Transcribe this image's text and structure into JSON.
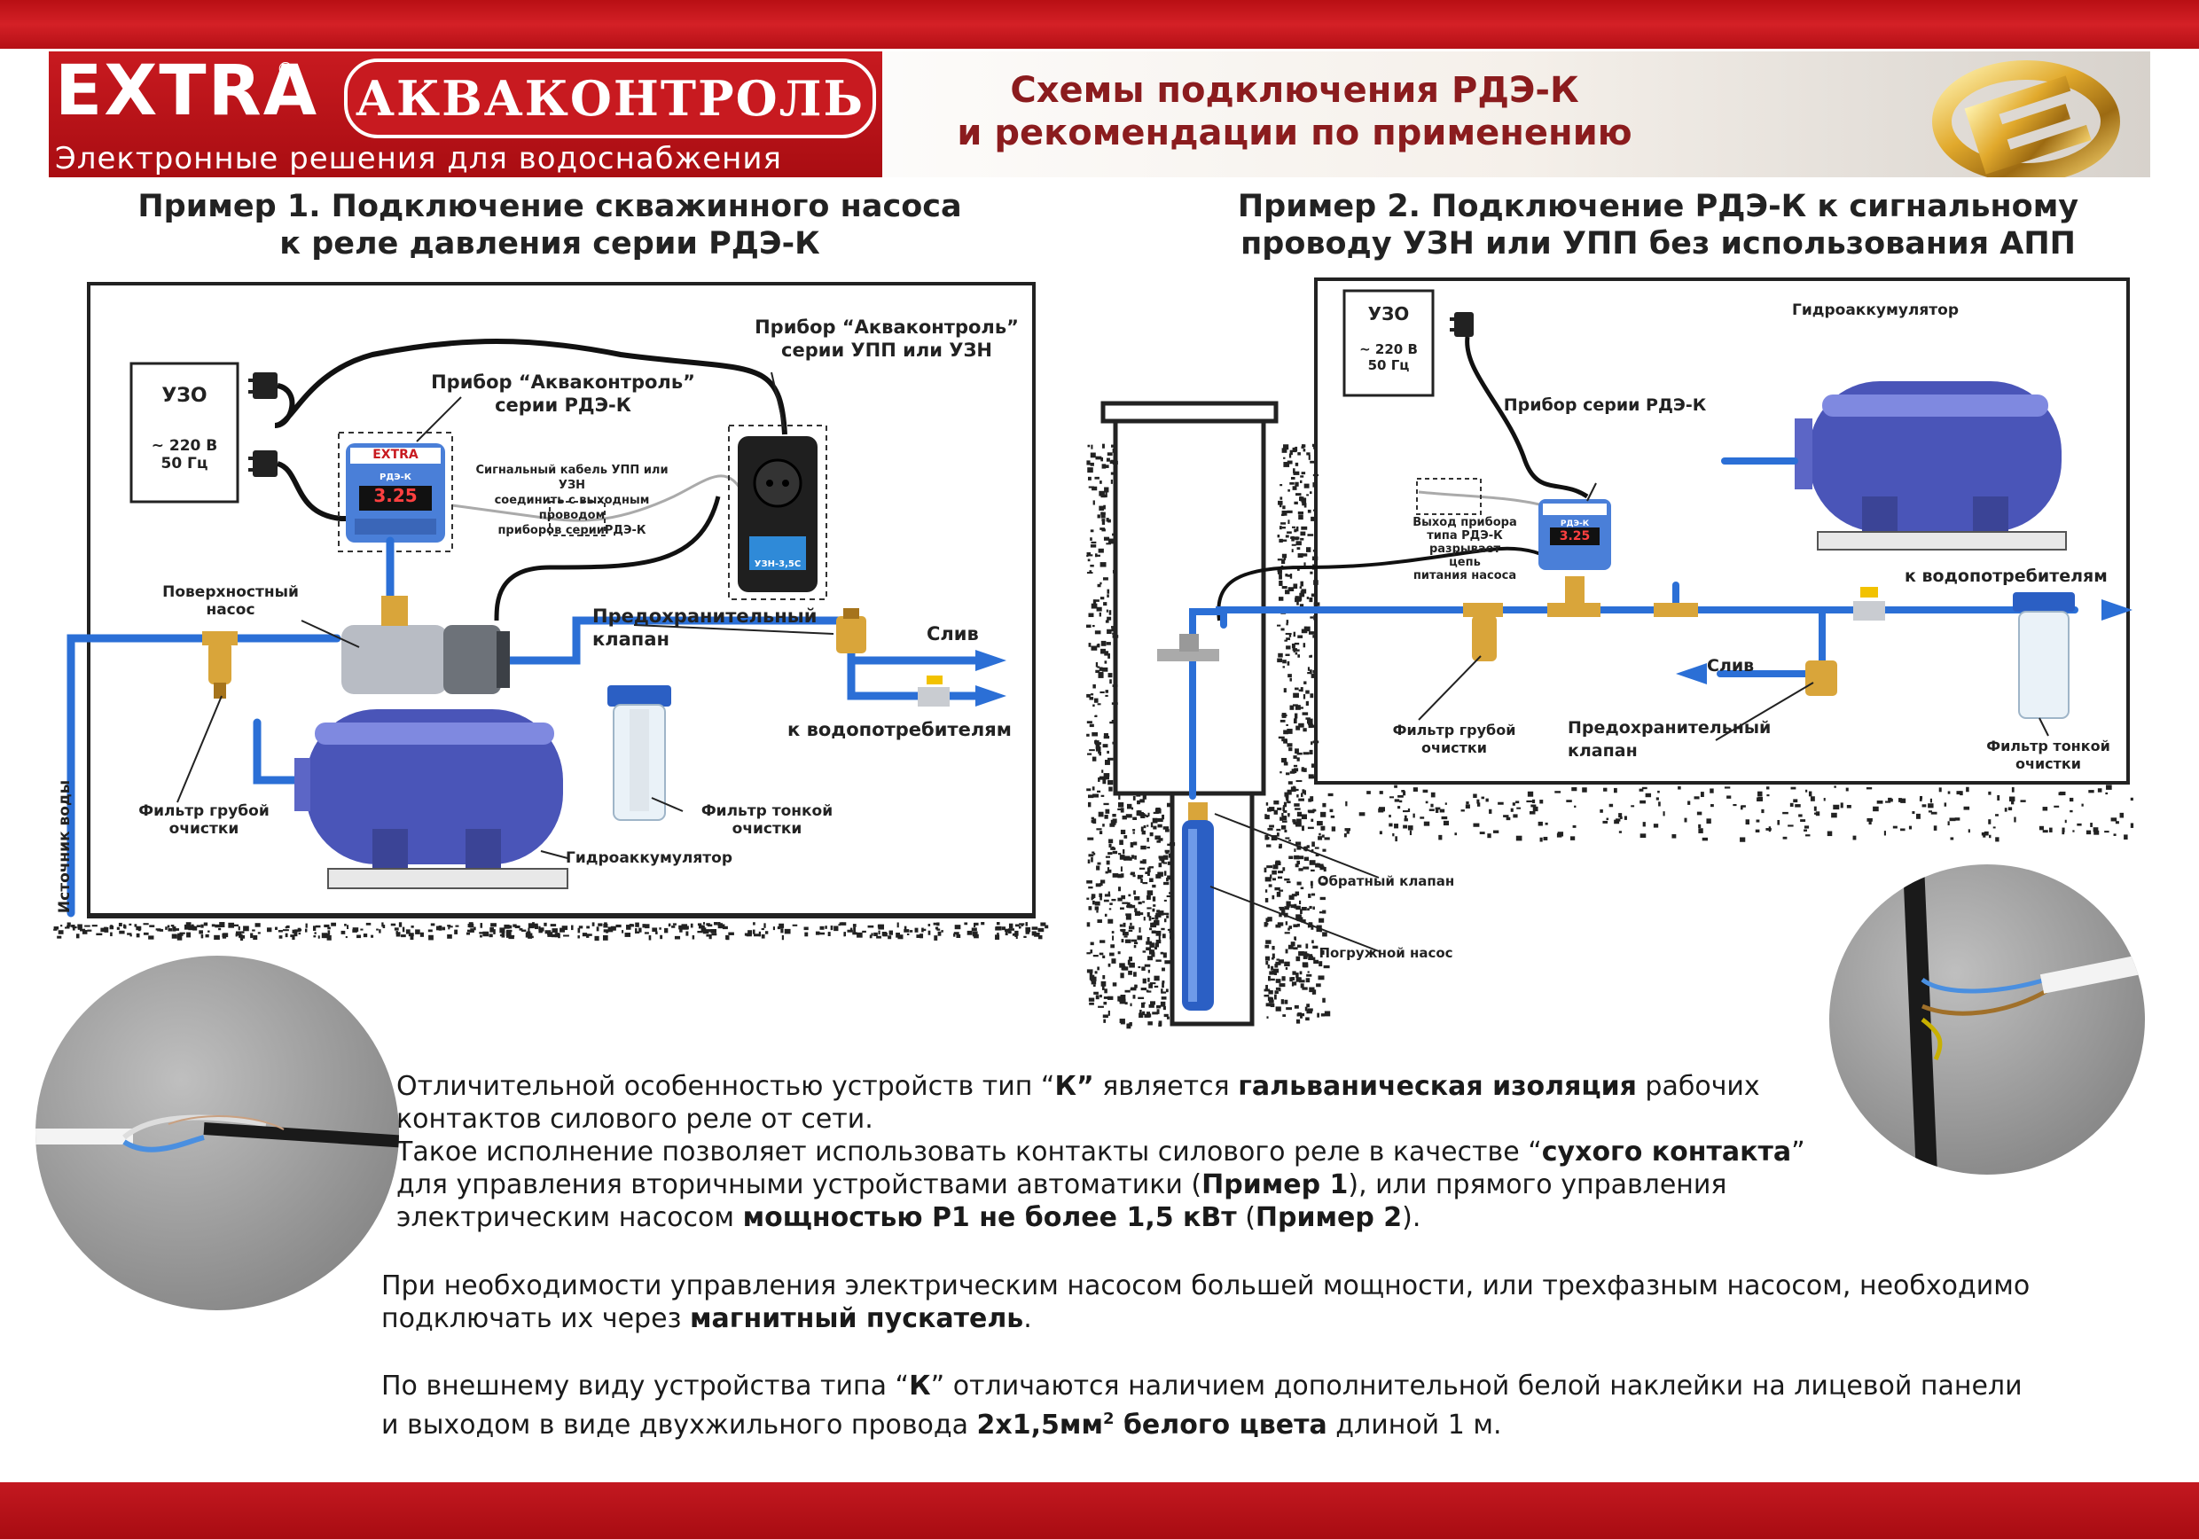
{
  "header": {
    "logo_text": "EXTRA",
    "registered_mark": "®",
    "brand_name": "АКВАКОНТРОЛЬ",
    "tagline": "Электронные решения для водоснабжения",
    "title_line1": "Схемы подключения РДЭ-К",
    "title_line2": "и рекомендации по применению"
  },
  "example1": {
    "title_line1": "Пример 1. Подключение скважинного насоса",
    "title_line2": "к реле давления серии РДЭ-К",
    "uzo": "УЗО",
    "voltage": "220 В",
    "freq": "50 Гц",
    "tilde": "~",
    "device_rde_line1": "Прибор “Акваконтроль”",
    "device_rde_line2": "серии РДЭ-К",
    "device_upp_line1": "Прибор “Акваконтроль”",
    "device_upp_line2": "серии УПП или УЗН",
    "signal_line1": "Сигнальный кабель УПП или УЗН",
    "signal_line2": "соединить с выходным проводом",
    "signal_line3": "приборов серииРДЭ-К",
    "surface_pump_line1": "Поверхностный",
    "surface_pump_line2": "насос",
    "safety_valve_line1": "Предохранительный",
    "safety_valve_line2": "клапан",
    "drain": "Слив",
    "consumers": "к водопотребителям",
    "coarse_filter_line1": "Фильтр грубой",
    "coarse_filter_line2": "очистки",
    "fine_filter_line1": "Фильтр тонкой",
    "fine_filter_line2": "очистки",
    "accumulator": "Гидроаккумулятор",
    "water_source": "Источник воды",
    "device_brand": "EXTRA",
    "device_model": "РДЭ-К",
    "device_display": "3.25",
    "upp_model": "УЗН-3,5С"
  },
  "example2": {
    "title_line1": "Пример 2. Подключение РДЭ-К к сигнальному",
    "title_line2": "проводу УЗН или УПП без использования АПП",
    "uzo": "УЗО",
    "voltage": "220 В",
    "freq": "50 Гц",
    "tilde": "~",
    "accumulator": "Гидроаккумулятор",
    "device_rde": "Прибор серии РДЭ-К",
    "output_line1": "Выход прибора",
    "output_line2": "типа РДЭ-К",
    "output_line3": "разрывает цепь",
    "output_line4": "питания насоса",
    "consumers": "к водопотребителям",
    "drain": "Слив",
    "coarse_filter_line1": "Фильтр грубой",
    "coarse_filter_line2": "очистки",
    "safety_valve_line1": "Предохранительный",
    "safety_valve_line2": "клапан",
    "fine_filter_line1": "Фильтр тонкой",
    "fine_filter_line2": "очистки",
    "check_valve": "Обратный клапан",
    "submersible_pump": "Погружной насос",
    "device_model": "РДЭ-К",
    "device_display": "3.25"
  },
  "text": {
    "p1_a": "Отличительной особенностью устройств тип “",
    "p1_b": "К”",
    "p1_c": "  является ",
    "p1_d": "гальваническая изоляция",
    "p1_e": " рабочих",
    "p1_line2": "контактов силового реле от сети.",
    "p1_line3_a": "Такое исполнение позволяет использовать контакты силового реле в качестве “",
    "p1_line3_b": "сухого контакта",
    "p1_line3_c": "”",
    "p1_line4_a": "для управления вторичными устройствами автоматики (",
    "p1_line4_b": "Пример 1",
    "p1_line4_c": "), или прямого управления",
    "p1_line5_a": "электрическим насосом ",
    "p1_line5_b": "мощностью Р1 не более 1,5 кВт",
    "p1_line5_c": " (",
    "p1_line5_d": "Пример 2",
    "p1_line5_e": ").",
    "p2_line1": "При необходимости управления электрическим насосом большей мощности, или трехфазным насосом, необходимо",
    "p2_line2_a": "подключать их через ",
    "p2_line2_b": "магнитный пускатель",
    "p2_line2_c": ".",
    "p3_line1_a": "По внешнему виду устройства типа  “",
    "p3_line1_b": "К",
    "p3_line1_c": "” отличаются наличием дополнительной белой наклейки на лицевой панели",
    "p3_line2_a": "и выходом в виде двухжильного провода ",
    "p3_line2_b": "2х1,5мм",
    "p3_line2_sup": "2",
    "p3_line2_c": " белого цвета",
    "p3_line2_d": " длиной 1 м."
  },
  "colors": {
    "brand_red": "#c81a20",
    "title_red": "#8b1c1e",
    "pipe_blue": "#2b6fd6",
    "tank_blue": "#4a55b8",
    "brass": "#d9a53a"
  }
}
